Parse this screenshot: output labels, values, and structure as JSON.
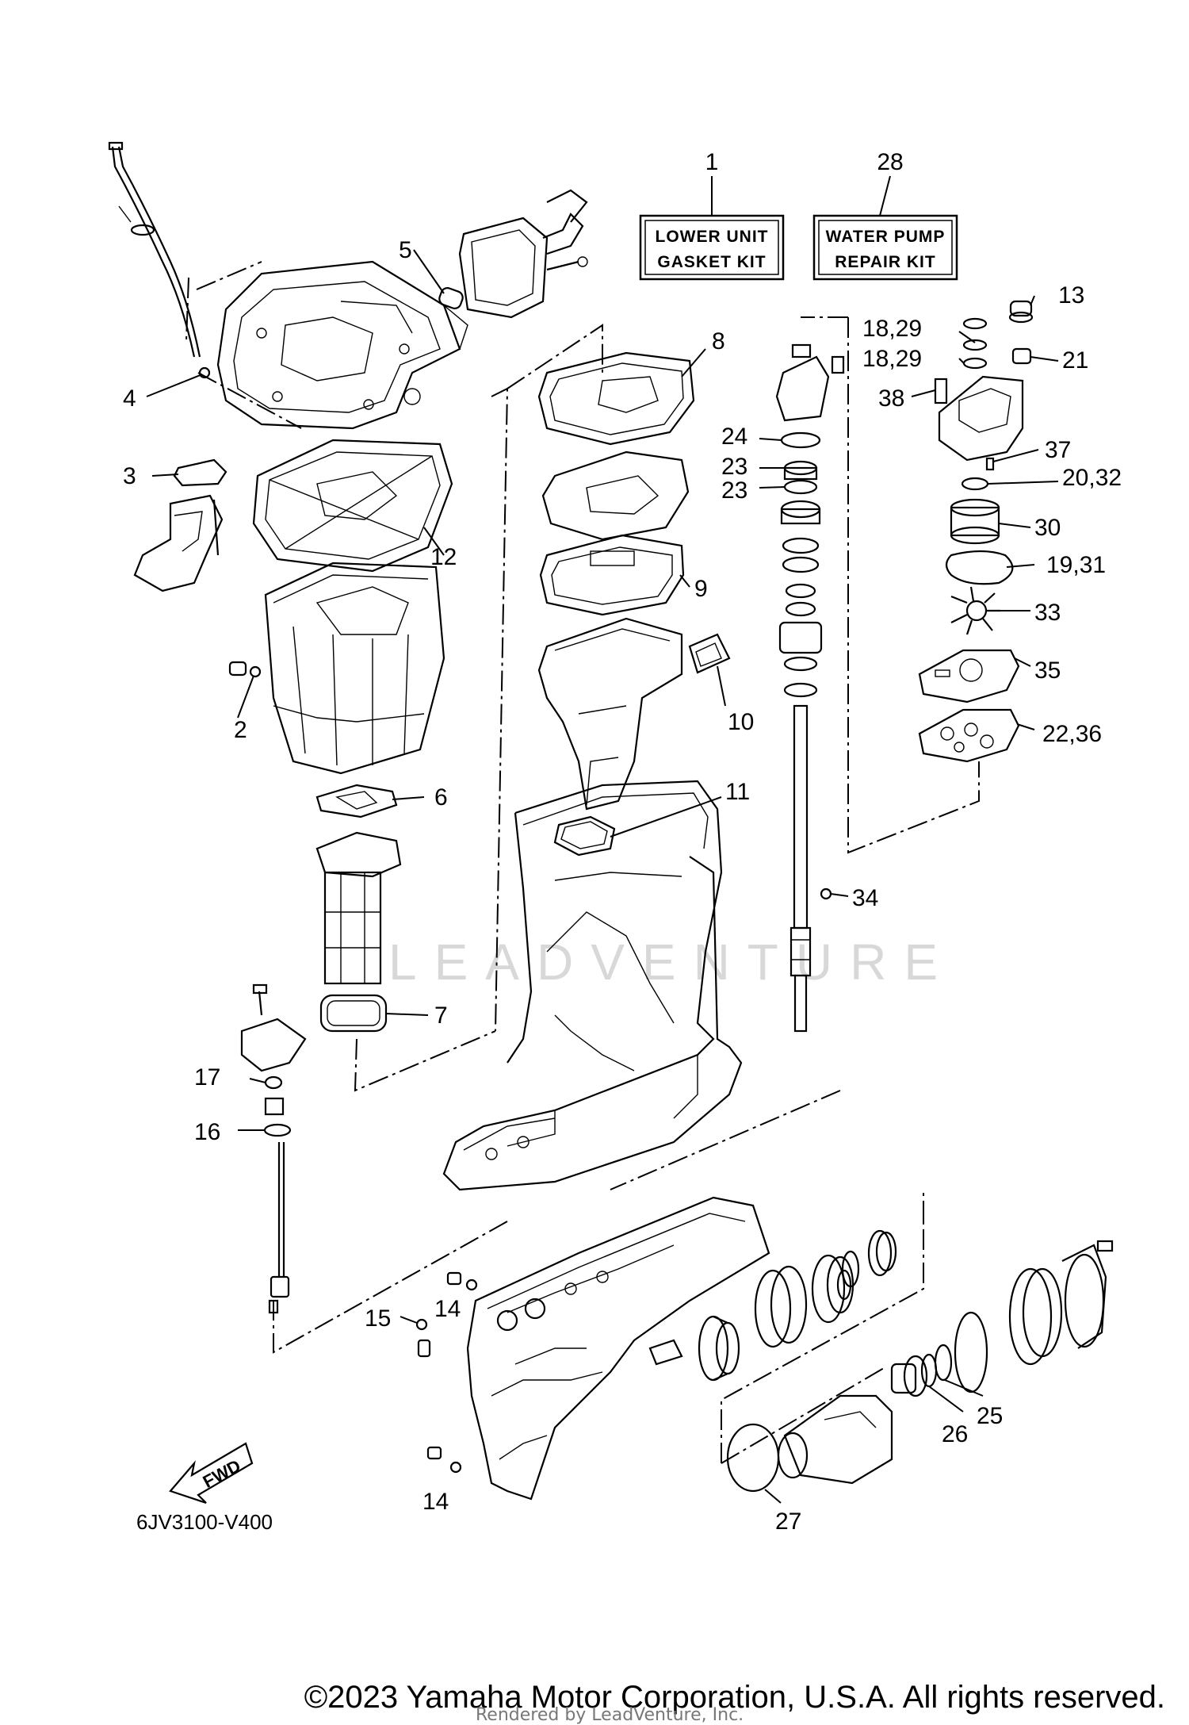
{
  "kits": [
    {
      "number": "1",
      "line1": "LOWER UNIT",
      "line2": "GASKET KIT"
    },
    {
      "number": "28",
      "line1": "WATER PUMP",
      "line2": "REPAIR KIT"
    }
  ],
  "callouts": {
    "c2": "2",
    "c3": "3",
    "c4": "4",
    "c5": "5",
    "c6": "6",
    "c7": "7",
    "c8": "8",
    "c9": "9",
    "c10": "10",
    "c11": "11",
    "c12": "12",
    "c13": "13",
    "c14a": "14",
    "c14b": "14",
    "c15": "15",
    "c16": "16",
    "c17": "17",
    "c18a": "18,29",
    "c18b": "18,29",
    "c20": "20,32",
    "c19": "19,31",
    "c21": "21",
    "c22": "22,36",
    "c23a": "23",
    "c23b": "23",
    "c24": "24",
    "c25": "25",
    "c26": "26",
    "c27": "27",
    "c30": "30",
    "c33": "33",
    "c34": "34",
    "c35": "35",
    "c37": "37",
    "c38": "38"
  },
  "diagram_code": "6JV3100-V400",
  "fwd_label": "FWD",
  "watermark": "LEADVENTURE",
  "footer": {
    "copyright": "©2023 Yamaha Motor Corporation, U.S.A. All rights reserved.",
    "rendered_by": "Rendered by LeadVenture, Inc."
  }
}
